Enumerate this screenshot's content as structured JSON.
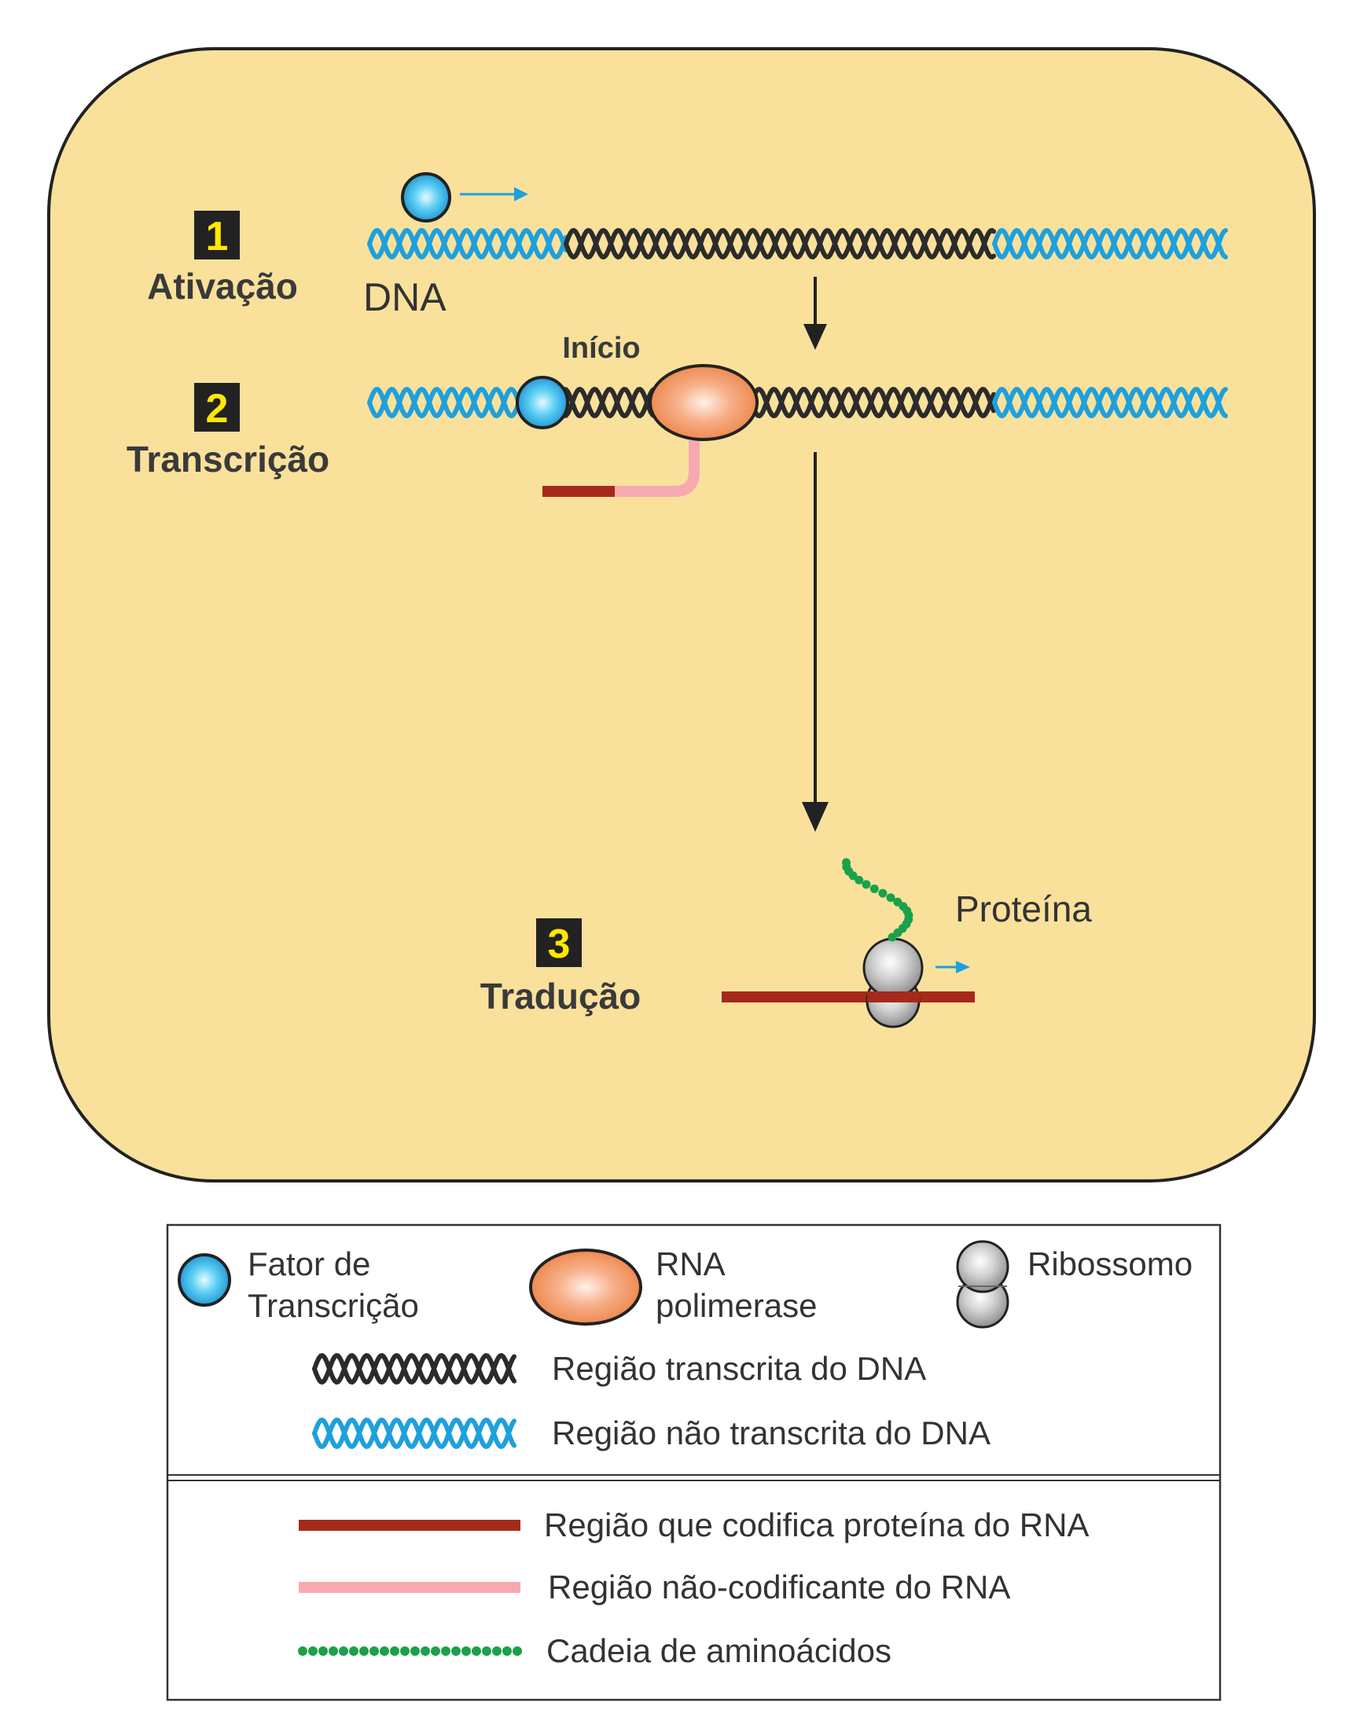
{
  "colors": {
    "cell_fill": "#f9e19c",
    "cell_border": "#222222",
    "transcribed_dna": "#2b2b2b",
    "non_transcribed_dna": "#1ea0dc",
    "coding_rna": "#a52a1a",
    "noncoding_rna": "#f6aab0",
    "amino_acid_chain": "#1aa14a",
    "transcription_factor": "#4cc8f0",
    "rna_polymerase": "#f29a6a",
    "ribosome": "#bdbdbd",
    "arrow_small": "#1ea0dc",
    "number_box": "#222222",
    "number_text": "#ffe800"
  },
  "steps": [
    {
      "number": "1",
      "label": "Ativação"
    },
    {
      "number": "2",
      "label": "Transcrição"
    },
    {
      "number": "3",
      "label": "Tradução"
    }
  ],
  "labels": {
    "dna": "DNA",
    "inicio": "Início",
    "proteina": "Proteína"
  },
  "legend": {
    "transcription_factor": [
      "Fator de",
      "Transcrição"
    ],
    "rna_polymerase": [
      "RNA",
      "polimerase"
    ],
    "ribosome": "Ribossomo",
    "transcribed_dna": "Região transcrita do DNA",
    "non_transcribed_dna": "Região não transcrita do DNA",
    "coding_rna": "Região que codifica proteína do RNA",
    "noncoding_rna": "Região não-codificante do RNA",
    "amino_acid_chain": "Cadeia de aminoácidos"
  },
  "icons": {
    "transcription_factor": "blue-sphere-icon",
    "rna_polymerase": "orange-ellipse-icon",
    "ribosome": "ribosome-icon",
    "dna": "double-helix-icon",
    "arrow": "arrow-down-icon"
  }
}
